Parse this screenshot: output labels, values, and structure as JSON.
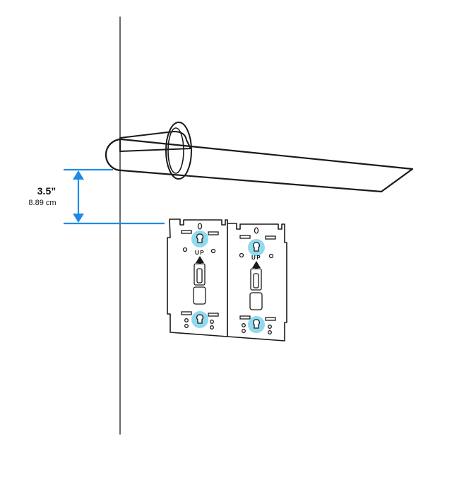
{
  "dimension": {
    "imperial": "3.5”",
    "metric": "8.89 cm"
  },
  "plates": {
    "left": {
      "up_label": "UP"
    },
    "right": {
      "up_label": "UP"
    }
  },
  "colors": {
    "dimension_blue": "#1f8ae6",
    "hole_highlight": "#7dd3ec",
    "line_art": "#1a1a1a"
  }
}
